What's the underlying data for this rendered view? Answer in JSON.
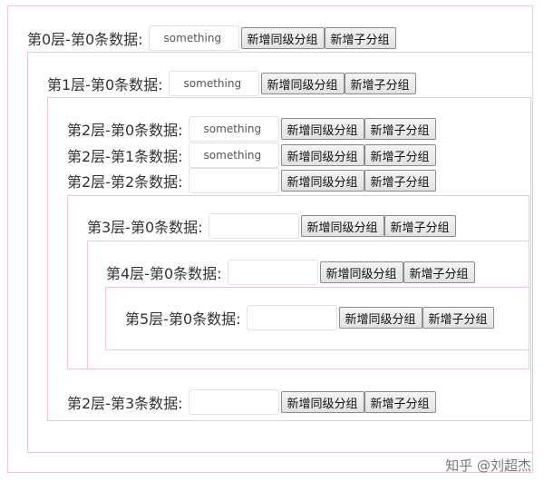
{
  "add_sibling_label": "新增同级分组",
  "add_child_label": "新增子分组",
  "rows": [
    {
      "label": "第0层-第0条数据:",
      "value": "something"
    },
    {
      "label": "第1层-第0条数据:",
      "value": "something"
    },
    {
      "label": "第2层-第0条数据:",
      "value": "something"
    },
    {
      "label": "第2层-第1条数据:",
      "value": "something"
    },
    {
      "label": "第2层-第2条数据:",
      "value": ""
    },
    {
      "label": "第3层-第0条数据:",
      "value": ""
    },
    {
      "label": "第4层-第0条数据:",
      "value": ""
    },
    {
      "label": "第5层-第0条数据:",
      "value": ""
    },
    {
      "label": "第2层-第3条数据:",
      "value": ""
    }
  ],
  "watermark": "知乎 @刘超杰"
}
